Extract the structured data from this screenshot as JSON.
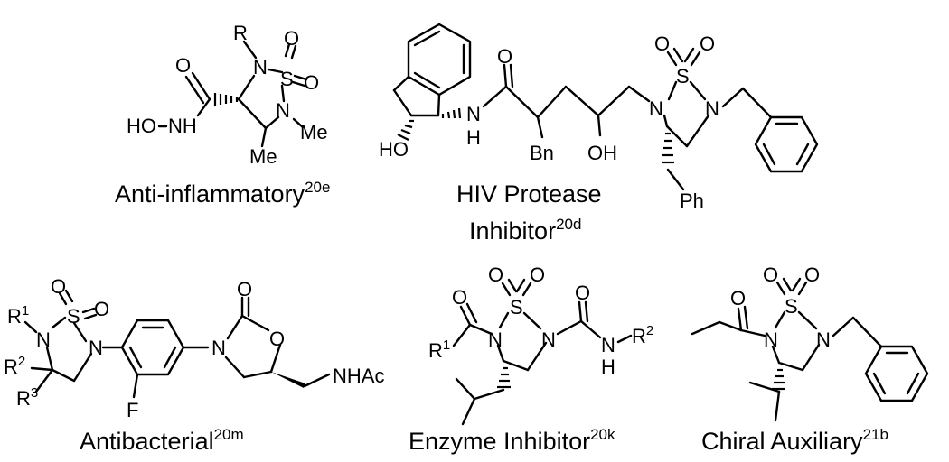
{
  "compounds": [
    {
      "id": "anti-inflammatory",
      "caption": "Anti-inflammatory",
      "ref": "20e",
      "atoms": {
        "r": "R",
        "n1": "N",
        "s": "S",
        "o1": "O",
        "o2": "O",
        "o_carbonyl": "O",
        "hoh": "HO",
        "nh": "NH",
        "n2": "N",
        "me1": "Me",
        "me2": "Me"
      }
    },
    {
      "id": "hiv-protease-inhibitor",
      "caption_line1": "HIV Protease",
      "caption_line2": "Inhibitor",
      "ref": "20d",
      "atoms": {
        "ho": "HO",
        "n": "N",
        "h": "H",
        "o_carbonyl": "O",
        "bn": "Bn",
        "oh": "OH",
        "n1": "N",
        "s": "S",
        "o1": "O",
        "o2": "O",
        "n2": "N",
        "ph": "Ph"
      }
    },
    {
      "id": "antibacterial",
      "caption": "Antibacterial",
      "ref": "20m",
      "atoms": {
        "r1": "R",
        "r1_sup": "1",
        "n1": "N",
        "s": "S",
        "o1": "O",
        "o2": "O",
        "r2": "R",
        "r2_sup": "2",
        "r3": "R",
        "r3_sup": "3",
        "n2": "N",
        "f": "F",
        "n3": "N",
        "o_carbonyl": "O",
        "o_ring": "O",
        "nhac": "NHAc"
      }
    },
    {
      "id": "enzyme-inhibitor",
      "caption": "Enzyme Inhibitor",
      "ref": "20k",
      "atoms": {
        "o_left": "O",
        "r1": "R",
        "r1_sup": "1",
        "n1": "N",
        "s": "S",
        "o1": "O",
        "o2": "O",
        "n2": "N",
        "o_right": "O",
        "n3": "N",
        "h": "H",
        "r2": "R",
        "r2_sup": "2"
      }
    },
    {
      "id": "chiral-auxiliary",
      "caption": "Chiral Auxiliary",
      "ref": "21b",
      "atoms": {
        "o_carbonyl": "O",
        "n1": "N",
        "s": "S",
        "o1": "O",
        "o2": "O",
        "n2": "N"
      }
    }
  ]
}
